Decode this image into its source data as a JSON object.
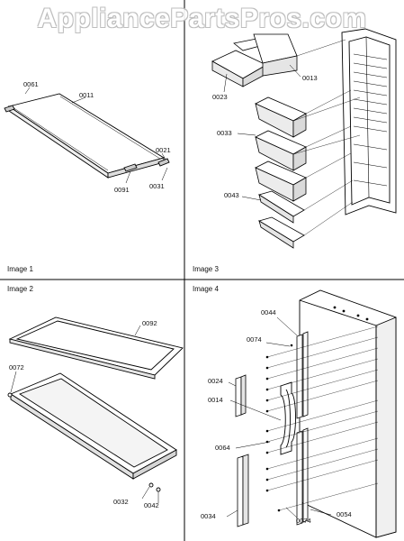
{
  "watermark": "AppliancePartsPros.com",
  "panels": {
    "image1": {
      "title": "Image 1",
      "parts": [
        "0061",
        "0011",
        "0021",
        "0091",
        "0031"
      ]
    },
    "image2": {
      "title": "Image 2",
      "parts": [
        "0092",
        "0072",
        "0032",
        "0042"
      ]
    },
    "image3": {
      "title": "Image 3",
      "parts": [
        "0023",
        "0013",
        "0033",
        "0043"
      ]
    },
    "image4": {
      "title": "Image 4",
      "parts": [
        "0044",
        "0074",
        "0024",
        "0014",
        "0064",
        "0034",
        "0074",
        "0054"
      ]
    }
  }
}
